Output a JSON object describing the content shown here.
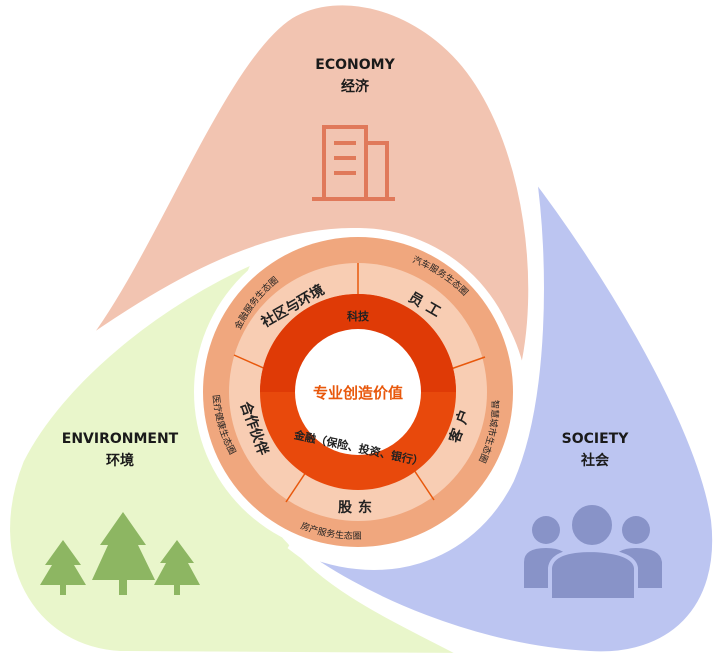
{
  "sections": {
    "economy": {
      "en": "ECONOMY",
      "zh": "经济",
      "color": "#F2C4B1"
    },
    "environment": {
      "en": "ENVIRONMENT",
      "zh": "环境",
      "color": "#E9F6CB"
    },
    "society": {
      "en": "SOCIETY",
      "zh": "社会",
      "color": "#BCC5F1"
    }
  },
  "center": {
    "title": "专业创造价值"
  },
  "core_ring": {
    "top": "科技",
    "bottom": "金融（保险、投资、银行）"
  },
  "stakeholders": [
    "社区与环境",
    "员工",
    "客户",
    "股东",
    "合作伙伴"
  ],
  "ecosystems": [
    "金融服务生态圈",
    "汽车服务生态圈",
    "智慧城市生态圈",
    "房产服务生态圈",
    "医疗健康生态圈"
  ],
  "colors": {
    "accent": "#E8580C",
    "outer_ring": "#F0A77E",
    "mid_ring": "#F8CDB3"
  }
}
